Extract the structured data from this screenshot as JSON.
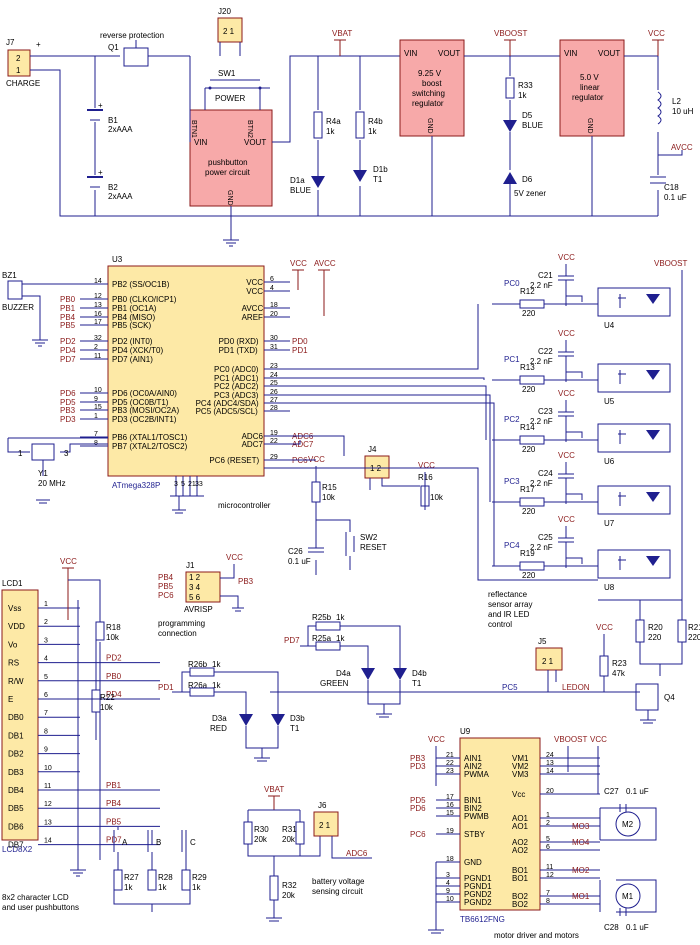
{
  "rails": {
    "vcc": "VCC",
    "vbat": "VBAT",
    "vboost": "VBOOST",
    "avcc": "AVCC"
  },
  "top": {
    "j7": "J7",
    "charge": "CHARGE",
    "plus": "+",
    "q1": "Q1",
    "reverse": "reverse protection",
    "b1": "B1",
    "b1v": "2xAAA",
    "b2": "B2",
    "b2v": "2xAAA",
    "j20": "J20",
    "sw1": "SW1",
    "power": "POWER",
    "btn1": "BTN1",
    "btn2": "BTN2",
    "vin": "VIN",
    "vout": "VOUT",
    "gnd": "GND",
    "pb_l1": "pushbutton",
    "pb_l2": "power circuit",
    "r4a": "R4a",
    "r4b": "R4b",
    "r1k": "1k",
    "d1a": "D1a",
    "d1b": "D1b",
    "blue": "BLUE",
    "t1": "T1",
    "boost_l1": "9.25 V",
    "boost_l2": "boost",
    "boost_l3": "switching",
    "boost_l4": "regulator",
    "r33": "R33",
    "d5": "D5",
    "d6": "D6",
    "zener": "5V zener",
    "lin_l1": "5.0 V",
    "lin_l2": "linear",
    "lin_l3": "regulator",
    "l2": "L2",
    "l2v": "10 uH",
    "c18": "C18",
    "c18v": "0.1 uF"
  },
  "mcu": {
    "u3": "U3",
    "name": "ATmega328P",
    "caption": "microcontroller",
    "bz1": "BZ1",
    "buzzer": "BUZZER",
    "left_pins": [
      {
        "num": "14",
        "name": "PB2 (SS/OC1B)",
        "net": ""
      },
      {
        "num": "12",
        "name": "PB0 (CLKO/ICP1)",
        "net": "PB0"
      },
      {
        "num": "13",
        "name": "PB1 (OC1A)",
        "net": "PB1"
      },
      {
        "num": "16",
        "name": "PB4 (MISO)",
        "net": "PB4"
      },
      {
        "num": "17",
        "name": "PB5 (SCK)",
        "net": "PB5"
      },
      {
        "num": "32",
        "name": "PD2 (INT0)",
        "net": "PD2"
      },
      {
        "num": "2",
        "name": "PD4 (XCK/T0)",
        "net": "PD4"
      },
      {
        "num": "11",
        "name": "PD7 (AIN1)",
        "net": "PD7"
      },
      {
        "num": "10",
        "name": "PD6 (OC0A/AIN0)",
        "net": "PD6"
      },
      {
        "num": "9",
        "name": "PD5 (OC0B/T1)",
        "net": "PD5"
      },
      {
        "num": "15",
        "name": "PB3 (MOSI/OC2A)",
        "net": "PB3"
      },
      {
        "num": "1",
        "name": "PD3 (OC2B/INT1)",
        "net": "PD3"
      },
      {
        "num": "7",
        "name": "PB6 (XTAL1/TOSC1)",
        "net": ""
      },
      {
        "num": "8",
        "name": "PB7 (XTAL2/TOSC2)",
        "net": ""
      }
    ],
    "right_pins": [
      {
        "num": "6",
        "name": "VCC",
        "net": ""
      },
      {
        "num": "4",
        "name": "VCC",
        "net": ""
      },
      {
        "num": "18",
        "name": "AVCC",
        "net": ""
      },
      {
        "num": "20",
        "name": "AREF",
        "net": ""
      },
      {
        "num": "30",
        "name": "PD0 (RXD)",
        "net": "PD0"
      },
      {
        "num": "31",
        "name": "PD1 (TXD)",
        "net": "PD1"
      },
      {
        "num": "23",
        "name": "PC0 (ADC0)",
        "net": ""
      },
      {
        "num": "24",
        "name": "PC1 (ADC1)",
        "net": ""
      },
      {
        "num": "25",
        "name": "PC2 (ADC2)",
        "net": ""
      },
      {
        "num": "26",
        "name": "PC3 (ADC3)",
        "net": ""
      },
      {
        "num": "27",
        "name": "PC4 (ADC4/SDA)",
        "net": ""
      },
      {
        "num": "28",
        "name": "PC5 (ADC5/SCL)",
        "net": ""
      },
      {
        "num": "19",
        "name": "ADC6",
        "net": "ADC6"
      },
      {
        "num": "22",
        "name": "ADC7",
        "net": "ADC7"
      },
      {
        "num": "29",
        "name": "PC6 (RESET)",
        "net": "PC6"
      }
    ],
    "gnd_pins": [
      "3",
      "5",
      "21"
    ],
    "gnd_pins2": [
      "33"
    ],
    "y1": "Y1",
    "y1v": "20 MHz",
    "j4": "J4",
    "r15": "R15",
    "r15v": "10k",
    "r16": "R16",
    "r16v": "10k",
    "c26": "C26",
    "c26v": "0.1 uF",
    "sw2": "SW2",
    "reset": "RESET"
  },
  "sensors": {
    "items": [
      {
        "c": "C21",
        "cv": "2.2 nF",
        "r": "R12",
        "rv": "220",
        "net": "PC0",
        "u": "U4"
      },
      {
        "c": "C22",
        "cv": "2.2 nF",
        "r": "R13",
        "rv": "220",
        "net": "PC1",
        "u": "U5"
      },
      {
        "c": "C23",
        "cv": "2.2 nF",
        "r": "R14",
        "rv": "220",
        "net": "PC2",
        "u": "U6"
      },
      {
        "c": "C24",
        "cv": "2.2 nF",
        "r": "R17",
        "rv": "220",
        "net": "PC3",
        "u": "U7"
      },
      {
        "c": "C25",
        "cv": "2.2 nF",
        "r": "R19",
        "rv": "220",
        "net": "PC4",
        "u": "U8"
      }
    ],
    "cap1": "reflectance",
    "cap2": "sensor array",
    "cap3": "and IR LED",
    "cap4": "control",
    "r20": "R20",
    "r20v": "220",
    "r21": "R21",
    "r21v": "220",
    "j5": "J5",
    "r23": "R23",
    "r23v": "47k",
    "q4": "Q4",
    "pc5": "PC5",
    "ledon": "LEDON"
  },
  "lcd": {
    "lcd1": "LCD1",
    "name": "LCD8X2",
    "pins": [
      {
        "n": "1",
        "l": "Vss"
      },
      {
        "n": "2",
        "l": "VDD"
      },
      {
        "n": "3",
        "l": "Vo"
      },
      {
        "n": "4",
        "l": "RS"
      },
      {
        "n": "5",
        "l": "R/W"
      },
      {
        "n": "6",
        "l": "E"
      },
      {
        "n": "7",
        "l": "DB0"
      },
      {
        "n": "8",
        "l": "DB1"
      },
      {
        "n": "9",
        "l": "DB2"
      },
      {
        "n": "10",
        "l": "DB3"
      },
      {
        "n": "11",
        "l": "DB4"
      },
      {
        "n": "12",
        "l": "DB5"
      },
      {
        "n": "13",
        "l": "DB6"
      },
      {
        "n": "14",
        "l": "DB7"
      }
    ],
    "nets": [
      "PD2",
      "PB0",
      "PD4",
      "PB1",
      "PB4",
      "PB5",
      "PD7"
    ],
    "r18": "R18",
    "r18v": "10k",
    "r22": "R22",
    "r22v": "10k",
    "bA": "A",
    "bB": "B",
    "bC": "C",
    "r27": "R27",
    "r28": "R28",
    "r29": "R29",
    "r1k": "1k",
    "cap1": "8x2 character LCD",
    "cap2": "and user pushbuttons"
  },
  "mid": {
    "j1": "J1",
    "avrisp": "AVRISP",
    "prog1": "programming",
    "prog2": "connection",
    "j1nets": [
      "PB4",
      "PB5",
      "PC6"
    ],
    "pb3": "PB3",
    "r25b": "R25b",
    "r25a": "R25a",
    "r26b": "R26b",
    "r26a": "R26a",
    "r1k": "1k",
    "d4a": "D4a",
    "green": "GREEN",
    "d4b": "D4b",
    "t1": "T1",
    "d3a": "D3a",
    "red": "RED",
    "d3b": "D3b",
    "pd7": "PD7",
    "pd1": "PD1"
  },
  "batt": {
    "r30": "R30",
    "r31": "R31",
    "r32": "R32",
    "r20k": "20k",
    "j6": "J6",
    "adc6": "ADC6",
    "cap1": "battery voltage",
    "cap2": "sensing circuit"
  },
  "motor": {
    "u9": "U9",
    "name": "TB6612FNG",
    "caption": "motor driver and motors",
    "left": [
      {
        "n": "21",
        "l": "AIN1",
        "net": "PB3"
      },
      {
        "n": "22",
        "l": "AIN2",
        "net": "PD3"
      },
      {
        "n": "23",
        "l": "PWMA",
        "net": ""
      },
      {
        "n": "17",
        "l": "BIN1",
        "net": "PD5"
      },
      {
        "n": "16",
        "l": "BIN2",
        "net": "PD6"
      },
      {
        "n": "15",
        "l": "PWMB",
        "net": ""
      },
      {
        "n": "19",
        "l": "STBY",
        "net": "PC6"
      },
      {
        "n": "18",
        "l": "GND",
        "net": ""
      },
      {
        "n": "3",
        "l": "PGND1",
        "net": ""
      },
      {
        "n": "4",
        "l": "PGND1",
        "net": ""
      },
      {
        "n": "9",
        "l": "PGND2",
        "net": ""
      },
      {
        "n": "10",
        "l": "PGND2",
        "net": ""
      }
    ],
    "right": [
      {
        "n": "24",
        "l": "VM1",
        "net": ""
      },
      {
        "n": "13",
        "l": "VM2",
        "net": ""
      },
      {
        "n": "14",
        "l": "VM3",
        "net": ""
      },
      {
        "n": "20",
        "l": "Vcc",
        "net": ""
      },
      {
        "n": "1",
        "l": "AO1",
        "net": ""
      },
      {
        "n": "2",
        "l": "AO1",
        "net": "MO3"
      },
      {
        "n": "5",
        "l": "AO2",
        "net": "MO4"
      },
      {
        "n": "6",
        "l": "AO2",
        "net": ""
      },
      {
        "n": "11",
        "l": "BO1",
        "net": "MO2"
      },
      {
        "n": "12",
        "l": "BO1",
        "net": ""
      },
      {
        "n": "7",
        "l": "BO2",
        "net": "MO1"
      },
      {
        "n": "8",
        "l": "BO2",
        "net": ""
      }
    ],
    "c27": "C27",
    "c27v": "0.1 uF",
    "m2": "M2",
    "m1": "M1",
    "c28": "C28",
    "c28v": "0.1 uF"
  }
}
